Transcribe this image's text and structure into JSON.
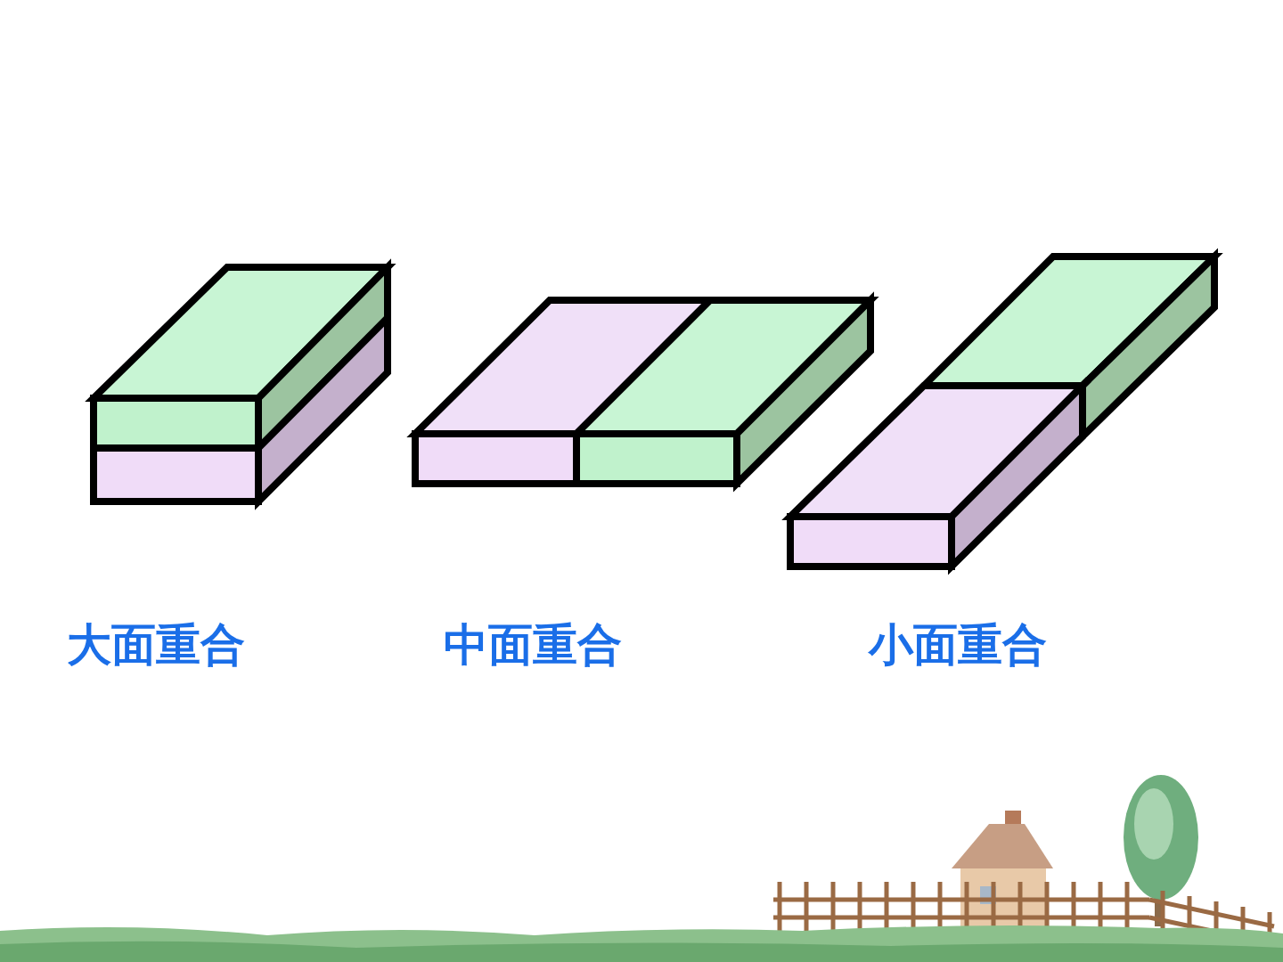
{
  "diagram": {
    "labels": [
      "大面重合",
      "中面重合",
      "小面重合"
    ]
  }
}
